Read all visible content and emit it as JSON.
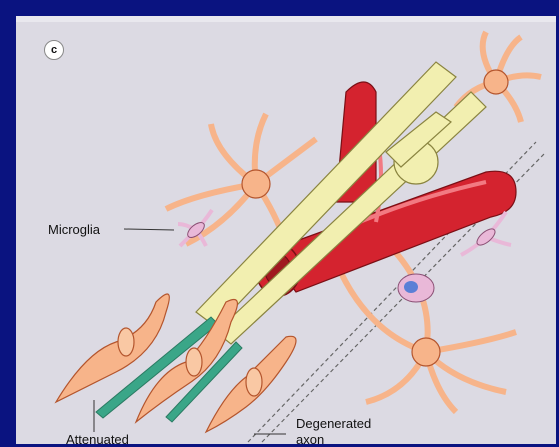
{
  "panel": {
    "letter": "c"
  },
  "labels": {
    "microglia": "Microglia",
    "degenerated_line1": "Degenerated",
    "degenerated_line2": "axon",
    "attenuated": "Attenuated"
  },
  "colors": {
    "background": "#0a1380",
    "panel": "#dcdae3",
    "vessel": "#d4232f",
    "myelin": "#f2efb0",
    "cell": "#f7b48a",
    "axon": "#3aa688",
    "microglia": "#e9b8d8"
  }
}
